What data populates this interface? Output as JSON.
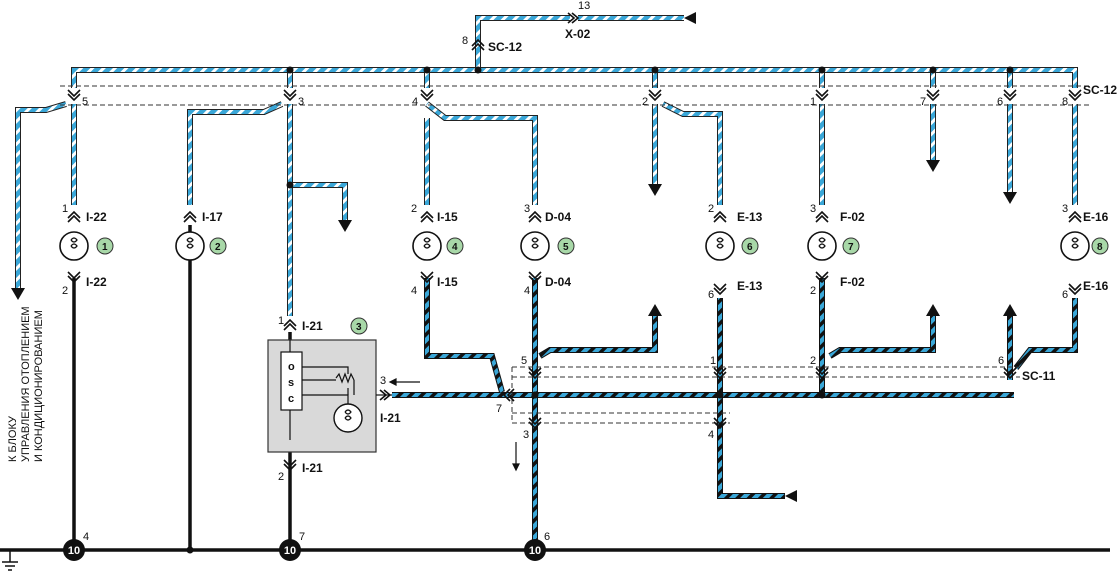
{
  "top_connector": {
    "pin_top": "13",
    "pin_left": "8",
    "name_sc": "SC-12",
    "name_x": "X-02"
  },
  "bus_connector": {
    "name": "SC-12",
    "pins": [
      "5",
      "3",
      "4",
      "2",
      "1",
      "7",
      "6",
      "8"
    ]
  },
  "lower_bus_connector": {
    "name": "SC-11",
    "pins": [
      "5",
      "1",
      "2",
      "6",
      "7",
      "3",
      "4"
    ]
  },
  "side_label": {
    "line1": "К БЛОКУ",
    "line2": "УПРАВЛЕНИЯ ОТОПЛЕНИЕМ",
    "line3": "И КОНДИЦИОНИРОВАНИЕМ"
  },
  "lamps": [
    {
      "num": "1",
      "top_pin": "1",
      "top_name": "I-22",
      "bot_pin": "2",
      "bot_name": "I-22"
    },
    {
      "num": "2",
      "top_name": "I-17"
    },
    {
      "num": "4",
      "top_pin": "2",
      "top_name": "I-15",
      "bot_pin": "4",
      "bot_name": "I-15"
    },
    {
      "num": "5",
      "top_pin": "3",
      "top_name": "D-04",
      "bot_pin": "4",
      "bot_name": "D-04"
    },
    {
      "num": "6",
      "top_pin": "2",
      "top_name": "E-13",
      "bot_pin": "6",
      "bot_name": "E-13"
    },
    {
      "num": "7",
      "top_pin": "3",
      "top_name": "F-02",
      "bot_pin": "2",
      "bot_name": "F-02"
    },
    {
      "num": "8",
      "top_pin": "3",
      "top_name": "E-16",
      "bot_pin": "6",
      "bot_name": "E-16"
    }
  ],
  "module": {
    "num": "3",
    "top_pin": "1",
    "top_name": "I-21",
    "side_pin": "3",
    "side_name": "I-21",
    "bot_pin": "2",
    "bot_name": "I-21",
    "osc": [
      "o",
      "s",
      "c"
    ]
  },
  "grounds": [
    {
      "label": "10",
      "pin": "4"
    },
    {
      "label": "10",
      "pin": "7"
    },
    {
      "label": "10",
      "pin": "6"
    }
  ],
  "colors": {
    "wire_blue": "#3aa7d8",
    "wire_dark": "#1a1a1a",
    "module_fill": "#d9d9d9",
    "badge_fill": "#a8d8a8"
  }
}
